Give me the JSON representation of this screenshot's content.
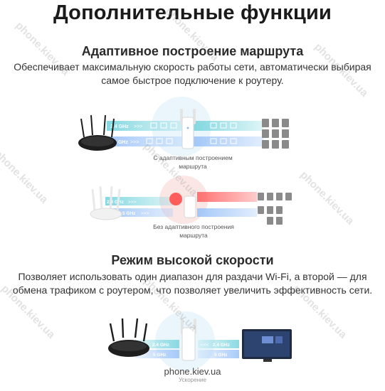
{
  "title": "Дополнительные функции",
  "section1": {
    "heading": "Адаптивное построение маршрута",
    "line1": "Обеспечивает максимальную скорость работы сети, автоматически выбирая",
    "line2": "самое быстрое подключение к роутеру."
  },
  "diagram1": {
    "band_24": "2.4 GHz",
    "band_5": "5 GHz",
    "arrows": ">>>",
    "caption_line1": "С адаптивным построением",
    "caption_line2": "маршрута"
  },
  "diagram2": {
    "band_24": "2.4 GHz",
    "band_5": "5 GHz",
    "arrows": ">>>",
    "caption_line1": "Без адаптивного построения",
    "caption_line2": "маршрута"
  },
  "section2": {
    "heading": "Режим высокой скорости",
    "line1": "Позволяет использовать один диапазон для раздачи Wi-Fi, а второй — для",
    "line2": "обмена трафиком с роутером, что позволяет увеличить эффективность сети."
  },
  "diagram3": {
    "band_24": "2.4 GHz",
    "band_5": "5 GHz",
    "arrows": "<<<"
  },
  "brand": "phone.kiev.ua",
  "brand_sub": "Ускорение",
  "watermark": "phone.kiev.ua",
  "colors": {
    "band_24": "#7ed6df",
    "band_5": "#9fc5f8",
    "band_red": "#ff6b6b",
    "router": "#1e1e1e",
    "device": "#8a8a8a"
  }
}
